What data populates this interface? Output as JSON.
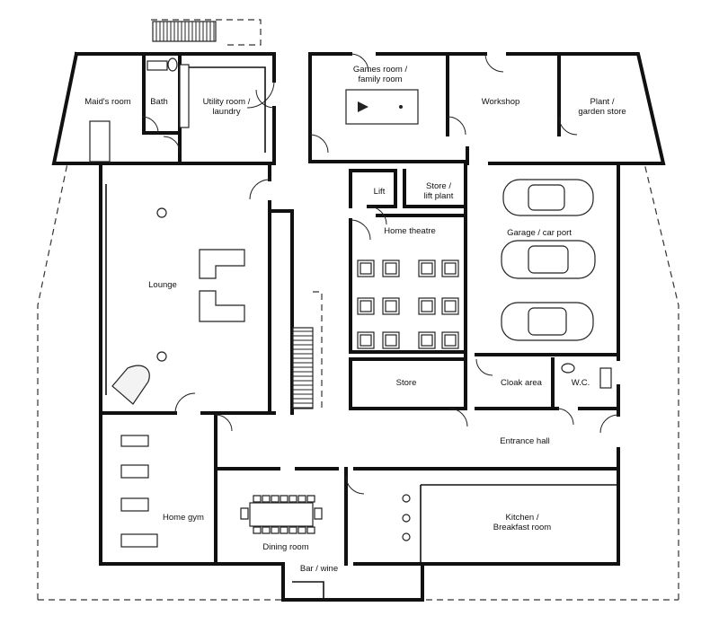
{
  "plan": {
    "rooms": {
      "maids_room": [
        "Maid's room"
      ],
      "bath": [
        "Bath"
      ],
      "utility": [
        "Utility room /",
        "laundry"
      ],
      "games": [
        "Games room /",
        "family room"
      ],
      "workshop": [
        "Workshop"
      ],
      "plant": [
        "Plant /",
        "garden store"
      ],
      "lift": [
        "Lift"
      ],
      "store_lift": [
        "Store /",
        "lift plant"
      ],
      "home_theatre": [
        "Home theatre"
      ],
      "garage": [
        "Garage / car port"
      ],
      "lounge": [
        "Lounge"
      ],
      "store": [
        "Store"
      ],
      "cloak": [
        "Cloak area"
      ],
      "wc": [
        "W.C."
      ],
      "entrance": [
        "Entrance hall"
      ],
      "home_gym": [
        "Home gym"
      ],
      "dining": [
        "Dining room"
      ],
      "kitchen": [
        "Kitchen /",
        "Breakfast room"
      ],
      "bar": [
        "Bar / wine"
      ]
    }
  }
}
